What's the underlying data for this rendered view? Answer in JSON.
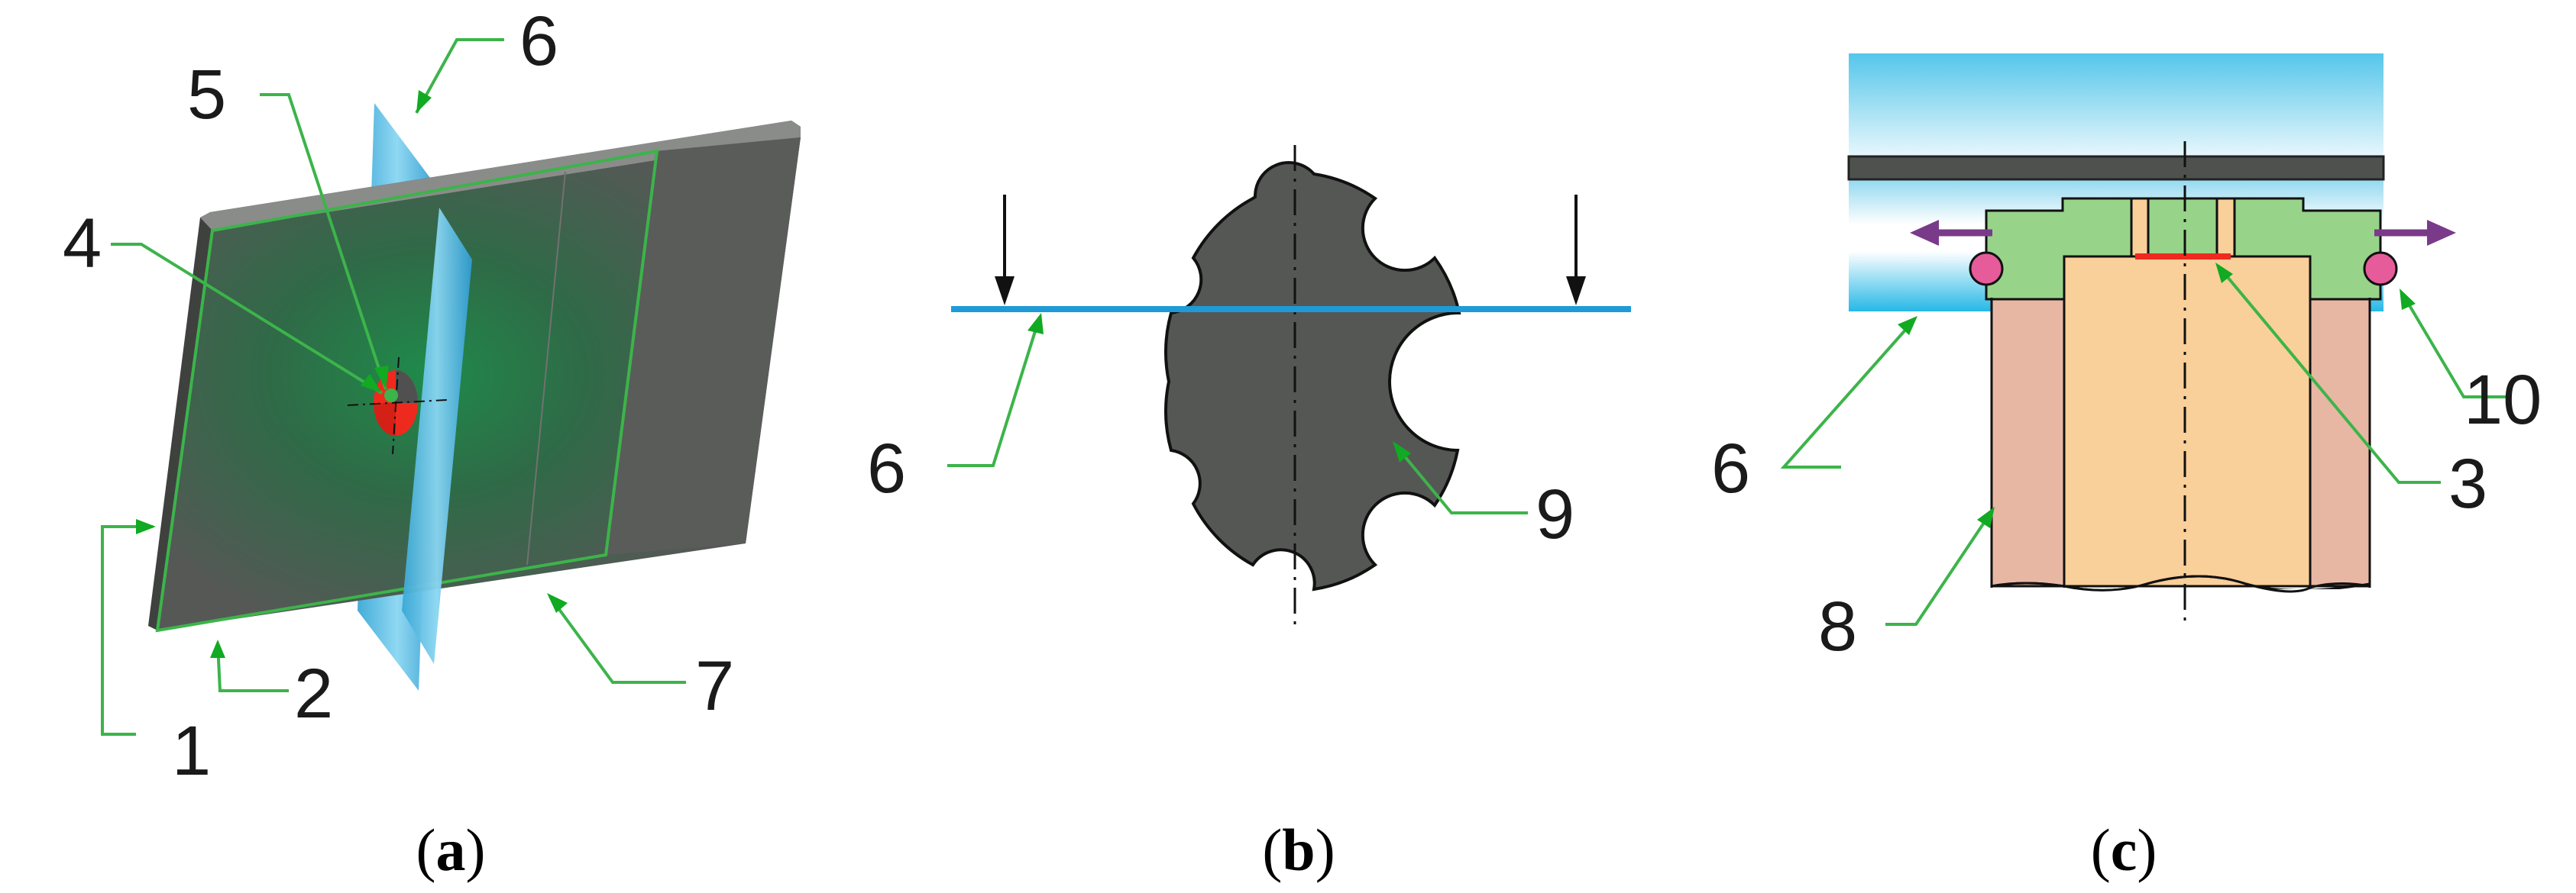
{
  "panels": [
    {
      "id": "a",
      "caption": {
        "open": "(",
        "letter": "a",
        "close": ")"
      },
      "callouts": [
        "1",
        "2",
        "4",
        "5",
        "6",
        "7"
      ]
    },
    {
      "id": "b",
      "caption": {
        "open": "(",
        "letter": "b",
        "close": ")"
      },
      "callouts": [
        "6",
        "9"
      ]
    },
    {
      "id": "c",
      "caption": {
        "open": "(",
        "letter": "c",
        "close": ")"
      },
      "callouts": [
        "3",
        "6",
        "8",
        "10"
      ]
    }
  ],
  "colors": {
    "plate": "#5a5c5a",
    "plane": "#4fb8df",
    "leader": "#3cb44a",
    "arrowhead": "#11aa22",
    "hole_red": "#ee2a1e",
    "housing_pink": "#e8b7a4",
    "shaft_orange": "#f9cf9a",
    "clamp_green": "#97d48a",
    "ball_pink": "#e65c9a",
    "push_purple": "#7a3a8a"
  }
}
